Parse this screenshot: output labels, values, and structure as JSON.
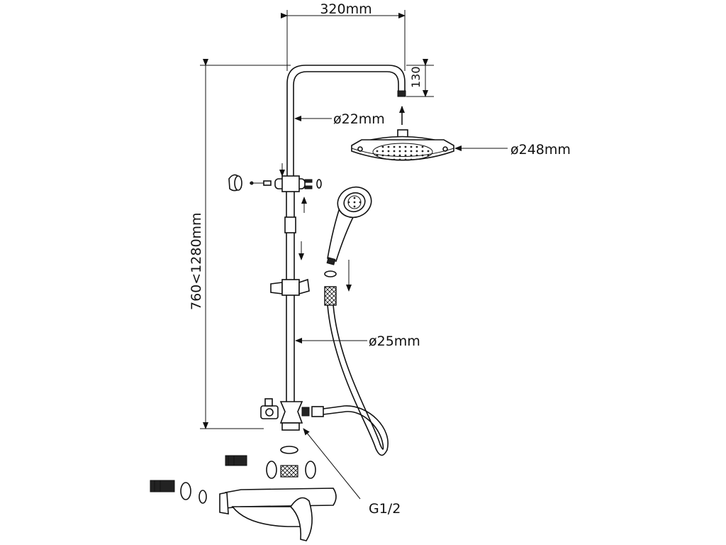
{
  "dimensions": {
    "arm_width": "320mm",
    "arm_drop": "130",
    "upper_pipe_diameter": "ø22mm",
    "head_diameter": "ø248mm",
    "height_range": "760<1280mm",
    "lower_pipe_diameter": "ø25mm",
    "thread": "G1/2"
  }
}
